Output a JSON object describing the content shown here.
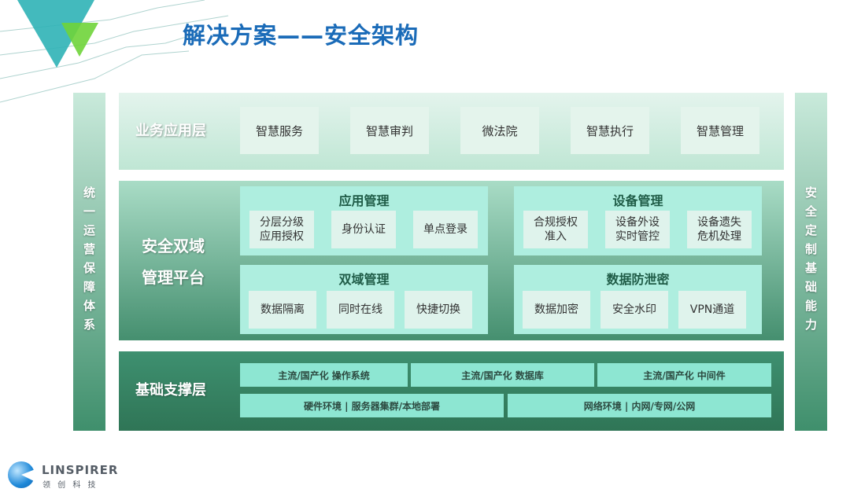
{
  "title": "解决方案——安全架构",
  "left_bar": "统一运营保障体系",
  "right_bar": "安全定制基础能力",
  "app_layer": {
    "label": "业务应用层",
    "items": [
      "智慧服务",
      "智慧审判",
      "微法院",
      "智慧执行",
      "智慧管理"
    ]
  },
  "security_layer": {
    "label_line1": "安全双域",
    "label_line2": "管理平台",
    "panels": [
      {
        "title": "应用管理",
        "items": [
          "分层分级\n应用授权",
          "身份认证",
          "单点登录"
        ]
      },
      {
        "title": "设备管理",
        "items": [
          "合规授权\n准入",
          "设备外设\n实时管控",
          "设备遗失\n危机处理"
        ]
      },
      {
        "title": "双域管理",
        "items": [
          "数据隔离",
          "同时在线",
          "快捷切换"
        ]
      },
      {
        "title": "数据防泄密",
        "items": [
          "数据加密",
          "安全水印",
          "VPN通道"
        ]
      }
    ]
  },
  "base_layer": {
    "label": "基础支撑层",
    "top": [
      "主流/国产化 操作系统",
      "主流/国产化 数据库",
      "主流/国产化 中间件"
    ],
    "bottom": [
      "硬件环境 | 服务器集群/本地部署",
      "网络环境 | 内网/专网/公网"
    ]
  },
  "logo": {
    "name": "LINSPIRER",
    "sub": "领 创 科 技"
  },
  "colors": {
    "title": "#1a6bb8",
    "dark_green": "#3a8a68",
    "panel": "#aeeedf"
  }
}
